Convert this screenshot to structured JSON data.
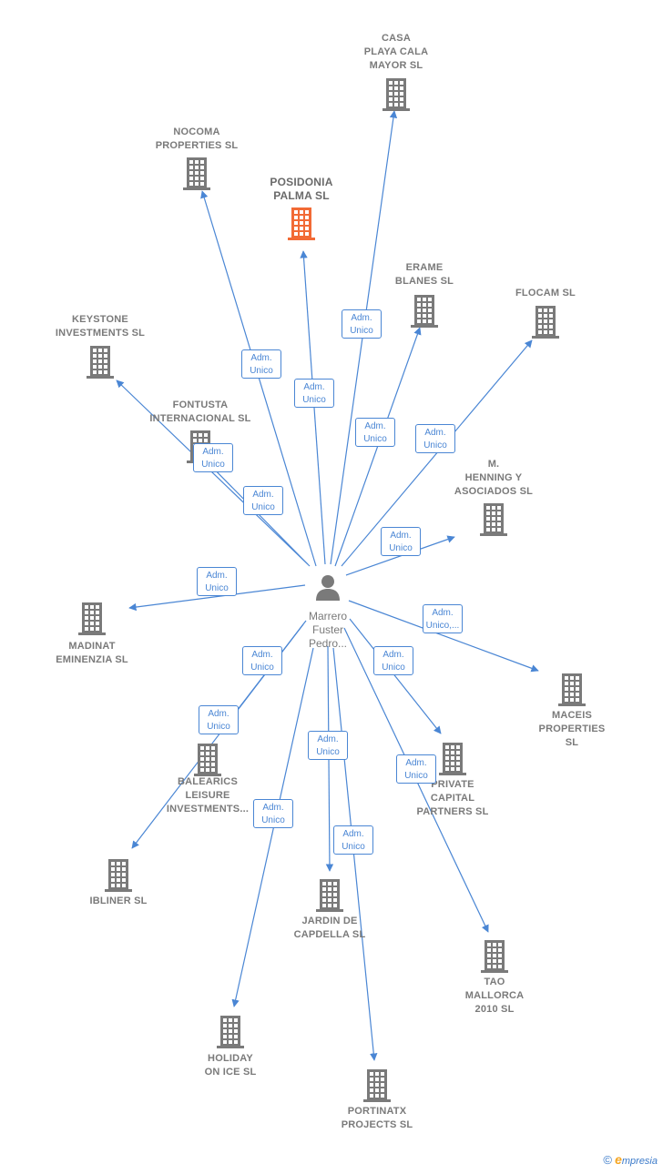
{
  "colors": {
    "edge": "#4a86d4",
    "building": "#7a7a7a",
    "building_highlight": "#f26a35",
    "text": "#7a7a7a"
  },
  "center": {
    "name": "Marrero\nFuster\nPedro...",
    "icon": "person-icon"
  },
  "nodes": [
    {
      "id": "casa-playa",
      "label": "CASA\nPLAYA CALA\nMAYOR  SL",
      "highlight": false
    },
    {
      "id": "nocoma",
      "label": "NOCOMA\nPROPERTIES SL",
      "highlight": false
    },
    {
      "id": "posidonia",
      "label": "POSIDONIA\nPALMA  SL",
      "highlight": true
    },
    {
      "id": "erame",
      "label": "ERAME\nBLANES  SL",
      "highlight": false
    },
    {
      "id": "flocam",
      "label": "FLOCAM  SL",
      "highlight": false
    },
    {
      "id": "keystone",
      "label": "KEYSTONE\nINVESTMENTS SL",
      "highlight": false
    },
    {
      "id": "fontusta",
      "label": "FONTUSTA\nINTERNACIONAL SL",
      "highlight": false
    },
    {
      "id": "henning",
      "label": "M.\nHENNING Y\nASOCIADOS SL",
      "highlight": false
    },
    {
      "id": "madinat",
      "label": "MADINAT\nEMINENZIA SL",
      "highlight": false
    },
    {
      "id": "maceis",
      "label": "MACEIS\nPROPERTIES\nSL",
      "highlight": false
    },
    {
      "id": "balearics",
      "label": "BALEARICS\nLEISURE\nINVESTMENTS...",
      "highlight": false
    },
    {
      "id": "private",
      "label": "PRIVATE\nCAPITAL\nPARTNERS SL",
      "highlight": false
    },
    {
      "id": "ibliner",
      "label": "IBLINER SL",
      "highlight": false
    },
    {
      "id": "jardin",
      "label": "JARDIN DE\nCAPDELLA SL",
      "highlight": false
    },
    {
      "id": "tao",
      "label": "TAO\nMALLORCA\n2010 SL",
      "highlight": false
    },
    {
      "id": "holiday",
      "label": "HOLIDAY\nON ICE SL",
      "highlight": false
    },
    {
      "id": "portinatx",
      "label": "PORTINATX\nPROJECTS  SL",
      "highlight": false
    }
  ],
  "edges": [
    {
      "to": "casa-playa",
      "label": "Adm.\nUnico"
    },
    {
      "to": "nocoma",
      "label": "Adm.\nUnico"
    },
    {
      "to": "posidonia",
      "label": "Adm.\nUnico"
    },
    {
      "to": "erame",
      "label": "Adm.\nUnico"
    },
    {
      "to": "flocam",
      "label": "Adm.\nUnico"
    },
    {
      "to": "keystone",
      "label": "Adm.\nUnico"
    },
    {
      "to": "fontusta",
      "label": "Adm.\nUnico"
    },
    {
      "to": "henning",
      "label": "Adm.\nUnico"
    },
    {
      "to": "madinat",
      "label": "Adm.\nUnico"
    },
    {
      "to": "maceis",
      "label": "Adm.\nUnico,..."
    },
    {
      "to": "balearics",
      "label": "Adm.\nUnico"
    },
    {
      "to": "private",
      "label": "Adm.\nUnico"
    },
    {
      "to": "ibliner",
      "label": "Adm.\nUnico"
    },
    {
      "to": "jardin",
      "label": "Adm.\nUnico"
    },
    {
      "to": "tao",
      "label": "Adm.\nUnico"
    },
    {
      "to": "holiday",
      "label": "Adm.\nUnico"
    },
    {
      "to": "portinatx",
      "label": "Adm.\nUnico"
    }
  ],
  "footer": {
    "copyright": "©",
    "brand_initial": "e",
    "brand_rest": "mpresia"
  }
}
